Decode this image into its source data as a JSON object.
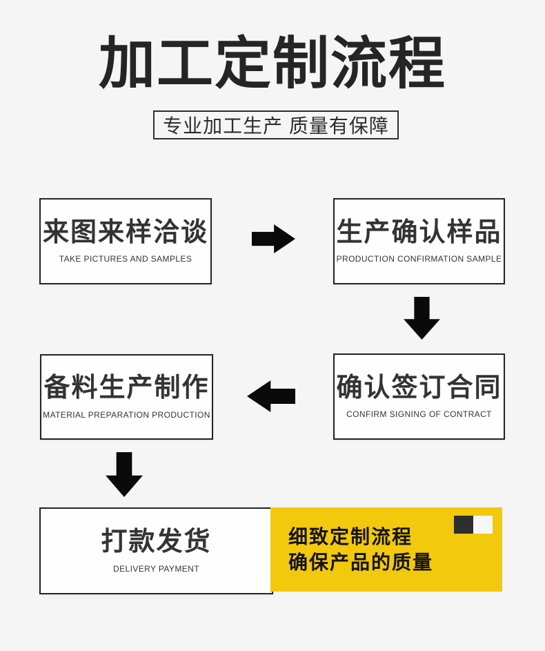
{
  "page": {
    "title": "加工定制流程",
    "subtitle": "专业加工生产 质量有保障"
  },
  "steps": [
    {
      "zh": "来图来样洽谈",
      "en": "TAKE PICTURES AND SAMPLES"
    },
    {
      "zh": "生产确认样品",
      "en": "PRODUCTION CONFIRMATION SAMPLE"
    },
    {
      "zh": "确认签订合同",
      "en": "CONFIRM SIGNING OF CONTRACT"
    },
    {
      "zh": "备料生产制作",
      "en": "MATERIAL PREPARATION PRODUCTION"
    },
    {
      "zh": "打款发货",
      "en": "DELIVERY PAYMENT"
    }
  ],
  "flow": {
    "arrows": [
      "right",
      "down",
      "left",
      "down"
    ]
  },
  "highlight": {
    "line1": "细致定制流程",
    "line2": "确保产品的质量"
  },
  "colors": {
    "background": "#f5f5f5",
    "box_border": "#222222",
    "text_dark": "#333333",
    "arrow_black": "#0a0a0a",
    "highlight_yellow": "#F2C90C",
    "deco_dark_square": "#2e2e2e",
    "deco_light_square": "#f7f7f7"
  }
}
